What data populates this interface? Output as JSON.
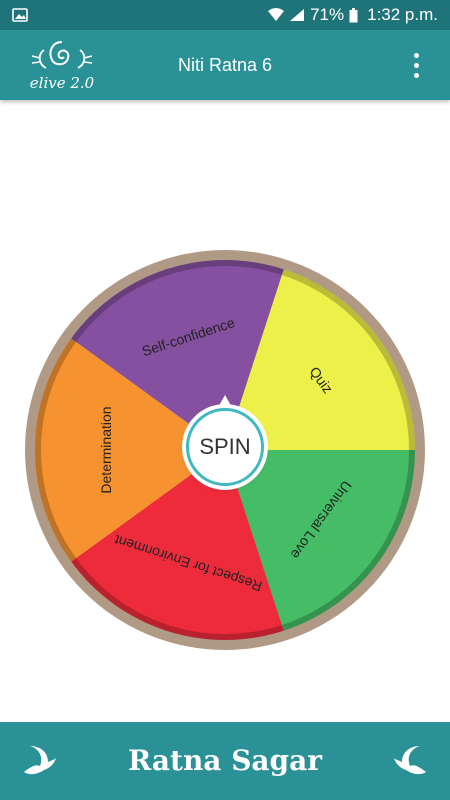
{
  "status_bar": {
    "battery": "71%",
    "time": "1:32 p.m.",
    "icons": [
      "image-icon",
      "wifi-icon",
      "signal-icon",
      "battery-icon"
    ]
  },
  "app_bar": {
    "logo_text": "elive 2.0",
    "title": "Niti Ratna 6",
    "menu_icon": "more-vert-icon"
  },
  "wheel": {
    "segments": [
      {
        "label": "Quiz",
        "color": "#eef04a"
      },
      {
        "label": "Universal Love",
        "color": "#45bd66"
      },
      {
        "label": "Respect for Environment",
        "color": "#ee2b3b"
      },
      {
        "label": "Determination",
        "color": "#f79230"
      },
      {
        "label": "Self-confidence",
        "color": "#8650a1"
      }
    ],
    "rim_color": "#b09a86",
    "spin_label": "SPIN"
  },
  "footer": {
    "brand": "Ratna Sagar",
    "icons": [
      "dove-icon",
      "dove-icon"
    ]
  },
  "colors": {
    "status_bar": "#1f7479",
    "app_bar": "#2a9297",
    "accent": "#3fb8bf"
  }
}
